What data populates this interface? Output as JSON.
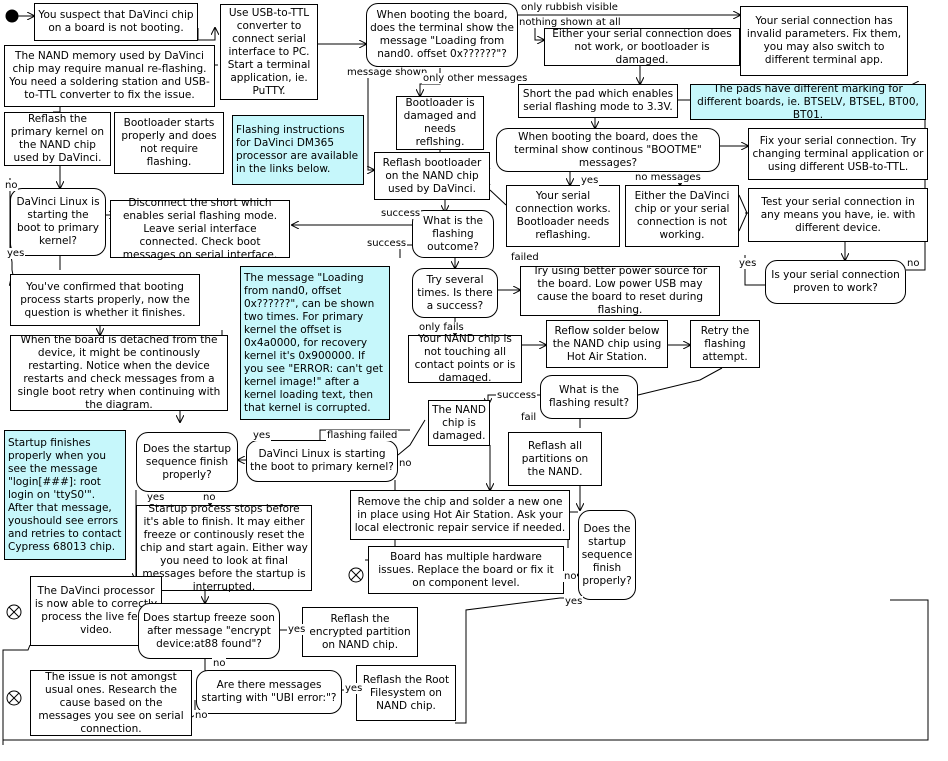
{
  "nodes": {
    "n_start_text": "You suspect that DaVinci chip on a board is not booting.",
    "n_nand_note": "The NAND memory used by DaVinci chip may require manual re-flashing. You need a soldering station and USB-to-TTL converter to fix the issue.",
    "n_usb_ttl": "Use USB-to-TTL converter to connect serial interface to PC. Start a terminal application, ie. PuTTY.",
    "n_boot_msg": "When booting the board, does the terminal show the message \"Loading from nand0. offset 0x??????\"?",
    "n_invalid_params": "Your serial connection has invalid parameters. Fix them, you may also switch to different terminal app.",
    "n_serial_broken": "Either your serial connection does not work, or bootloader is damaged.",
    "n_short_pad": "Short the pad which enables serial flashing mode to 3.3V.",
    "n_pads_note": "The pads have different marking for different boards, ie. BTSELV, BTSEL, BT00, BT01.",
    "n_bootloader_damaged": "Bootloader is damaged and needs reflshing.",
    "n_reflash_kernel": "Reflash the primary kernel on the NAND chip used by DaVinci.",
    "n_bootloader_ok": "Bootloader starts properly and does not require flashing.",
    "n_flash_instr": "Flashing instructions for DaVinci DM365 processor are available in the links below.",
    "n_bootme": "When booting the board, does the terminal show continous \"BOOTME\" messages?",
    "n_fix_serial": "Fix your serial connection. Try changing terminal application or using different USB-to-TTL.",
    "n_reflash_bootloader": "Reflash bootloader on the NAND chip used by DaVinci.",
    "n_serial_works": "Your serial connection works. Bootloader needs reflashing.",
    "n_chip_or_serial": "Either the DaVinci chip or your serial connection is not working.",
    "n_test_serial": "Test your serial connection in any means you have, ie. with different device.",
    "n_davinci_boot": "DaVinci Linux is starting the boot to primary kernel?",
    "n_disconnect_short": "Disconnect the short which enables serial flashing mode. Leave serial interface connected. Check boot messages on serial interface.",
    "n_flash_outcome": "What is the flashing outcome?",
    "n_proven": "Is your serial connection proven to work?",
    "n_confirmed_boot": "You've confirmed that booting process starts properly, now the question is whether it finishes.",
    "n_loading_note": "The message \"Loading from nand0, offset 0x??????\", can be shown two times. For primary kernel the offset is 0x4a0000, for recovery kernel it's 0x900000. If you see \"ERROR: can't get kernel image!\" after a kernel loading text, then that kernel is corrupted.",
    "n_try_several": "Try several times. Is there a success?",
    "n_power_source": "Try using better power source for the board. Low power USB may cause the board to reset during flashing.",
    "n_detached": "When the board is detached from the device, it might be continously restarting. Notice when the device restarts and check messages from a single boot retry when continuing with the diagram.",
    "n_nand_contacts": "Your NAND chip is not touching all contact points or is damaged.",
    "n_reflow": "Reflow solder below the NAND chip using Hot Air Station.",
    "n_retry": "Retry the flashing attempt.",
    "n_flash_result": "What is the flashing result?",
    "n_startup_note": "Startup finishes properly when you see the message \"login[###]: root login on 'ttyS0'\". After that message, youshould see errors and retries to contact Cypress 68013 chip.",
    "n_startup_finish": "Does the startup sequence finish properly?",
    "n_davinci_boot2": "DaVinci Linux is starting the boot to primary kernel?",
    "n_nand_damaged": "The NAND chip is damaged.",
    "n_reflash_all": "Reflash all partitions on the NAND.",
    "n_remove_chip": "Remove the chip and solder a new one in place using Hot Air Station. Ask your local electronic repair service if needed.",
    "n_startup_stops": "Startup process stops before it's able to finish. It may either freeze or continously reset the chip and start again. Either way you need to look at final messages before the startup is interrupted.",
    "n_startup_finish2": "Does the startup sequence finish properly?",
    "n_multi_hw": "Board has multiple hardware issues. Replace the board or fix it on component level.",
    "n_processor_ok": "The DaVinci processor is now able to correctly process the live feed video.",
    "n_encrypt": "Does startup freeze soon after message \"encrypt device:at88 found\"?",
    "n_reflash_encrypted": "Reflash the encrypted partition on NAND chip.",
    "n_ubi": "Are there messages starting with \"UBI error:\"?",
    "n_reflash_rootfs": "Reflash the Root Filesystem on NAND chip.",
    "n_not_usual": "The issue is not amongst usual ones. Research the cause based on the messages you see on serial connection."
  },
  "labels": {
    "l_only_rubbish": "only rubbish visible",
    "l_nothing_shown": "nothing shown at all",
    "l_message_shown": "message shown",
    "l_only_other": "only other messages",
    "l_no1": "no",
    "l_yes1": "yes",
    "l_no_messages": "no messages",
    "l_yes2": "yes",
    "l_success1": "success",
    "l_success2": "success",
    "l_failed1": "failed",
    "l_yes3": "yes",
    "l_no2": "no",
    "l_only_fails": "only fails",
    "l_success3": "success",
    "l_fail": "fail",
    "l_yes4": "yes",
    "l_flashing_failed": "flashing failed",
    "l_no3": "no",
    "l_yes5": "yes",
    "l_no4": "no",
    "l_no5": "no",
    "l_yes6": "yes",
    "l_yes7": "yes",
    "l_no6": "no",
    "l_yes8": "yes",
    "l_no7": "no"
  },
  "colors": {
    "note_fill": "#c6f7fb",
    "line": "#000000"
  }
}
